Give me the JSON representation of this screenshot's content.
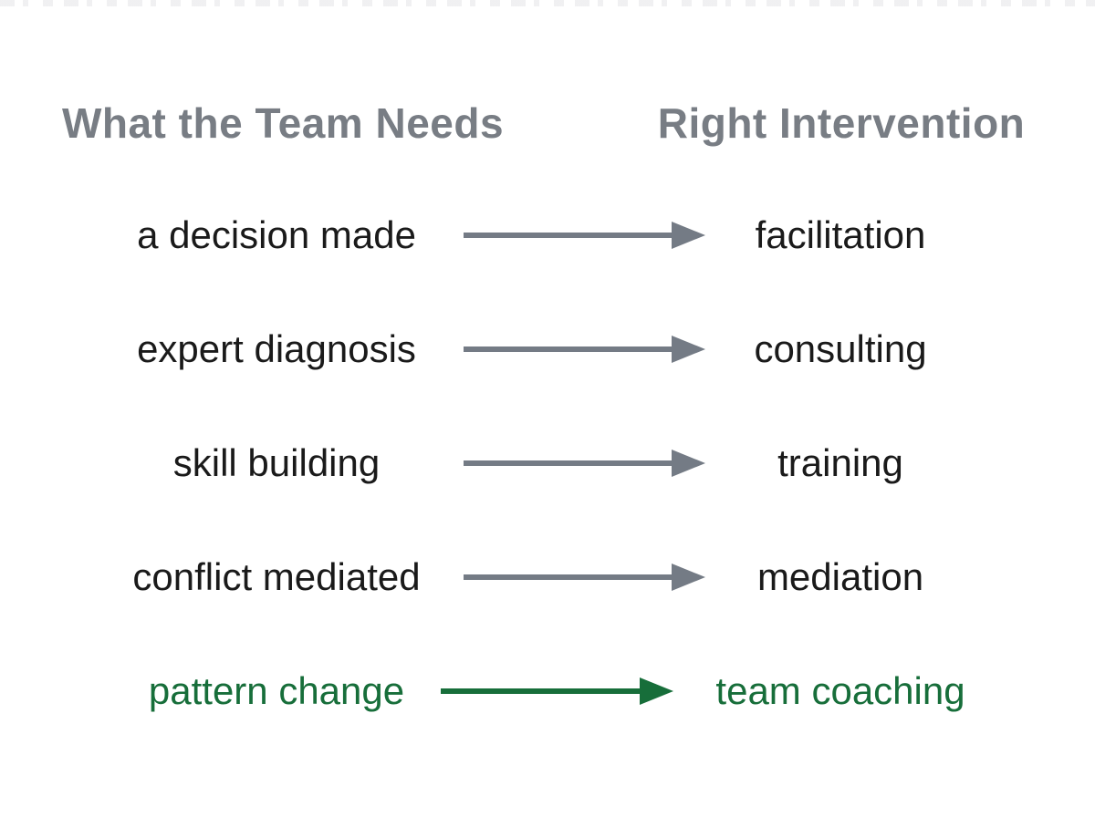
{
  "diagram": {
    "headers": {
      "left": "What the Team Needs",
      "right": "Right Intervention"
    },
    "rows": [
      {
        "need": "a decision made",
        "intervention": "facilitation",
        "highlight": false
      },
      {
        "need": "expert diagnosis",
        "intervention": "consulting",
        "highlight": false
      },
      {
        "need": "skill building",
        "intervention": "training",
        "highlight": false
      },
      {
        "need": "conflict mediated",
        "intervention": "mediation",
        "highlight": false
      },
      {
        "need": "pattern change",
        "intervention": "team coaching",
        "highlight": true
      }
    ],
    "icons": {
      "connector": "right-arrow-icon"
    },
    "colors": {
      "header-color": "#787d84",
      "label-color": "#1a1a1a",
      "arrow-gray": "#747b85",
      "green": "#176e3a",
      "bg": "#ffffff"
    }
  }
}
